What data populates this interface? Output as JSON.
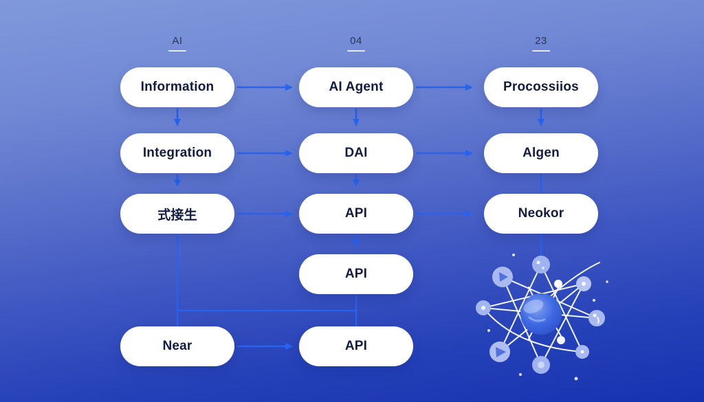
{
  "diagram": {
    "headers": [
      {
        "label": "AI"
      },
      {
        "label": "04"
      },
      {
        "label": "23"
      }
    ],
    "boxes": [
      {
        "label": "Information"
      },
      {
        "label": "AI Agent"
      },
      {
        "label": "Procossiios"
      },
      {
        "label": "Integration"
      },
      {
        "label": "DAI"
      },
      {
        "label": "Algen"
      },
      {
        "label": "式接生"
      },
      {
        "label": "API"
      },
      {
        "label": "Neokor"
      },
      {
        "label": "API"
      },
      {
        "label": "Near"
      },
      {
        "label": "API"
      }
    ],
    "colors": {
      "background_top": "#8099DB",
      "background_bottom": "#1732B0",
      "box_fill": "#FFFFFF",
      "box_text": "#131C40",
      "arrow": "#2563F0",
      "header_text": "#2A3456",
      "header_underline": "#E7ECFA",
      "illustration_line": "#FFFFFF",
      "illustration_node": "#A9BAF1",
      "illustration_core": "#3E68E2"
    }
  }
}
